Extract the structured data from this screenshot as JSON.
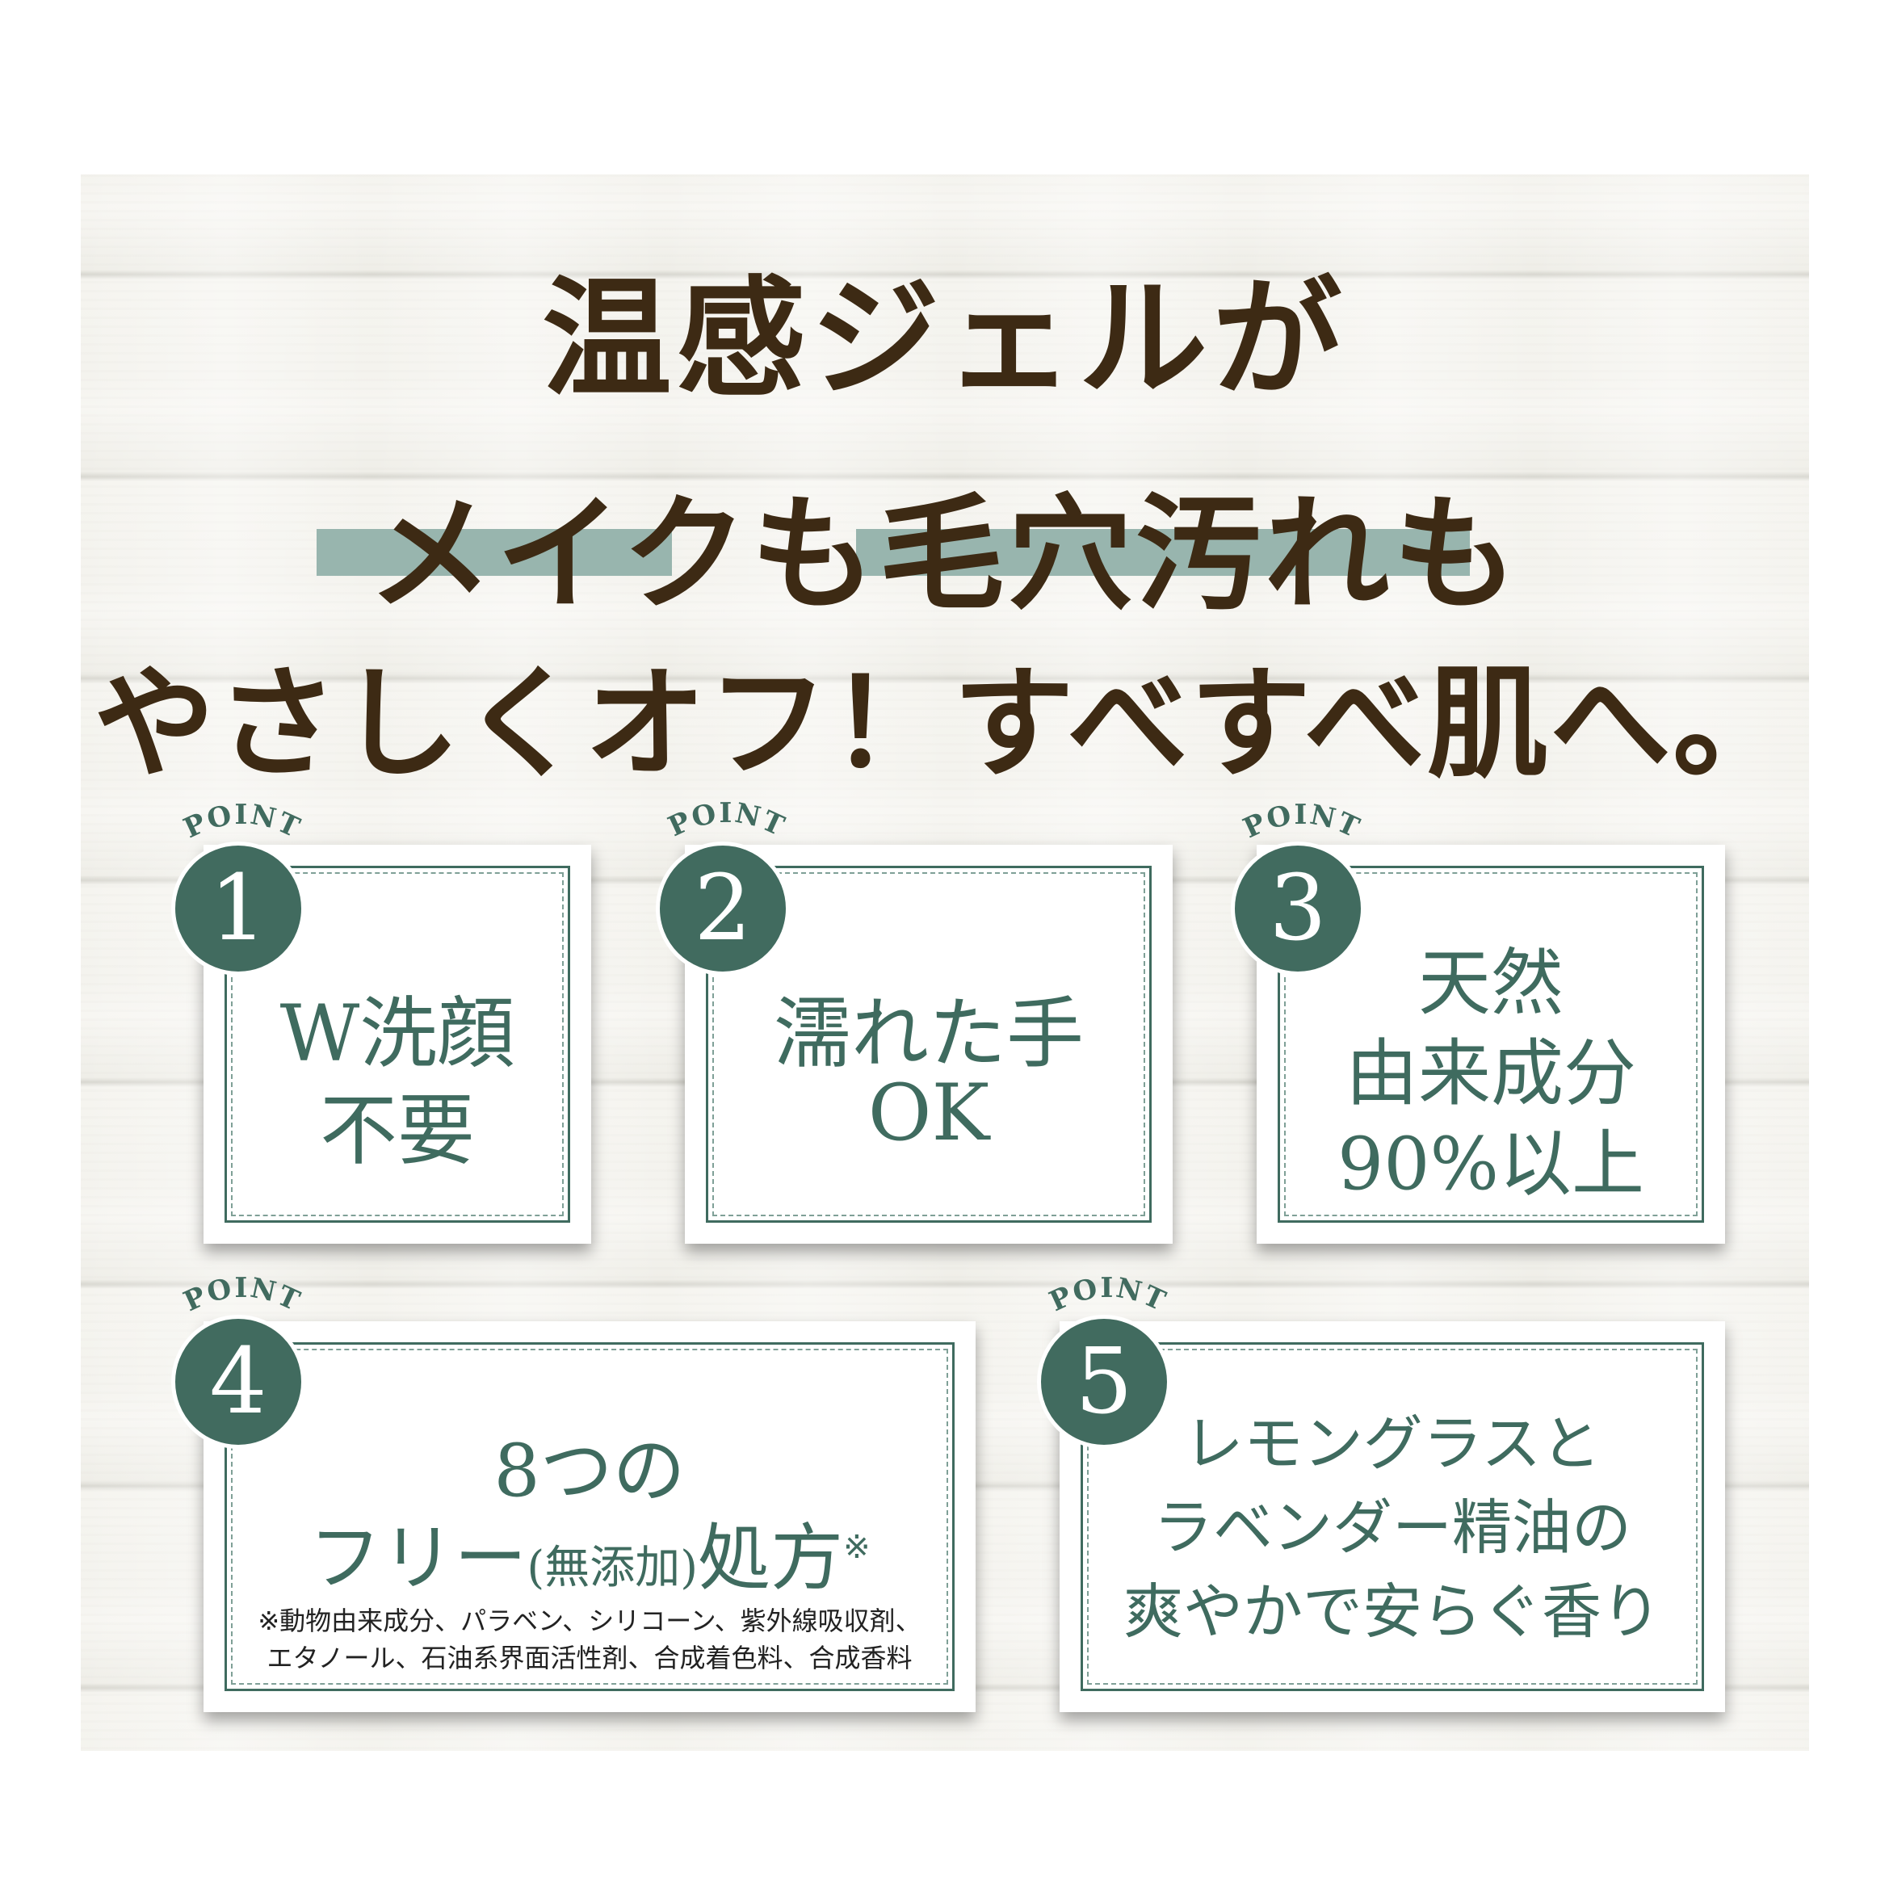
{
  "headline": {
    "line1": "温感ジェルが",
    "line2": "メイクも毛穴汚れも",
    "line3": "やさしくオフ！すべすべ肌へ。"
  },
  "colors": {
    "headline": "#3d2a14",
    "accent_green": "#416b5f",
    "highlight": "#98b5ae"
  },
  "points": [
    {
      "label": "POINT",
      "number": "1",
      "lines": [
        "W洗顔",
        "不要"
      ]
    },
    {
      "label": "POINT",
      "number": "2",
      "lines": [
        "濡れた手",
        "OK"
      ]
    },
    {
      "label": "POINT",
      "number": "3",
      "lines": [
        "天然",
        "由来成分",
        "90%以上"
      ]
    },
    {
      "label": "POINT",
      "number": "4",
      "line1": "8つの",
      "line2_main": "フリー",
      "line2_paren": "(無添加)",
      "line2_end": "処方",
      "mark": "※",
      "note1": "※動物由来成分、パラベン、シリコーン、紫外線吸収剤、",
      "note2": "エタノール、石油系界面活性剤、合成着色料、合成香料"
    },
    {
      "label": "POINT",
      "number": "5",
      "lines": [
        "レモングラスと",
        "ラベンダー精油の",
        "爽やかで安らぐ香り"
      ]
    }
  ]
}
